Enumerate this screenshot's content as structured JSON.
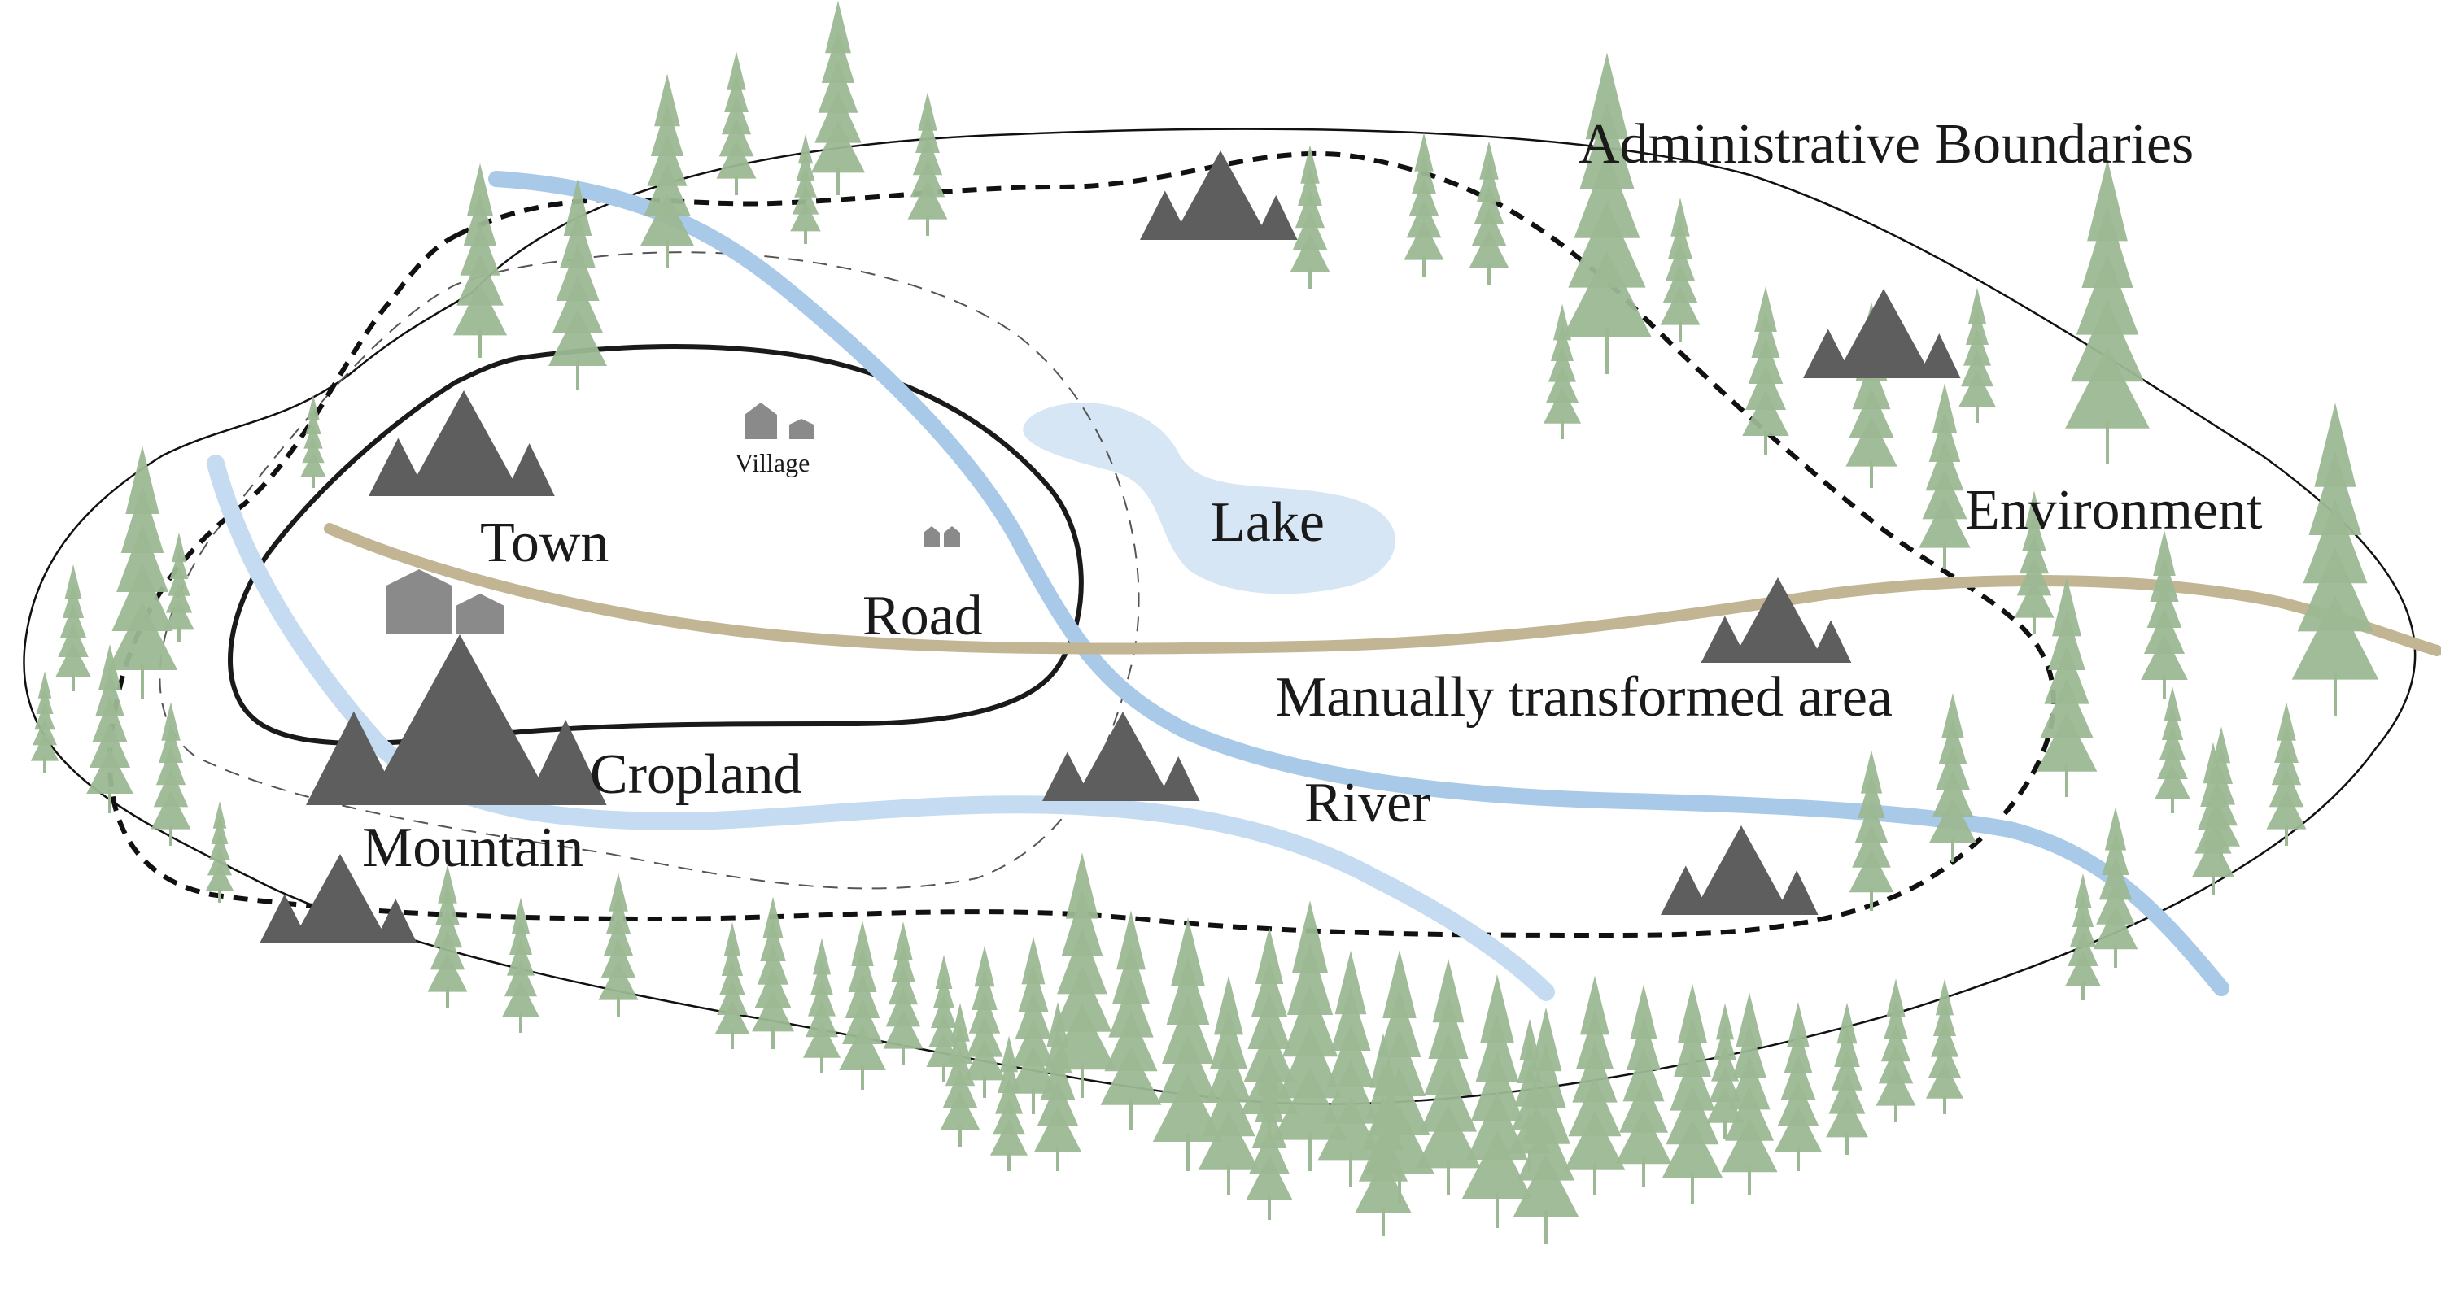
{
  "labels": {
    "administrative_boundaries": "Administrative Boundaries",
    "environment": "Environment",
    "manually_transformed_area": "Manually transformed area",
    "town": "Town",
    "village": "Village",
    "lake": "Lake",
    "road": "Road",
    "cropland": "Cropland",
    "river": "River",
    "mountain": "Mountain"
  },
  "colors": {
    "tree": "#9cb894",
    "river": "#a9c9e9",
    "river_dark": "#8cb9e3",
    "lake": "#d6e6f5",
    "road": "#c2b594",
    "mountain": "#5e5e5e",
    "building": "#8a8a8a",
    "outline": "#111111",
    "text": "#1a1a1a"
  }
}
